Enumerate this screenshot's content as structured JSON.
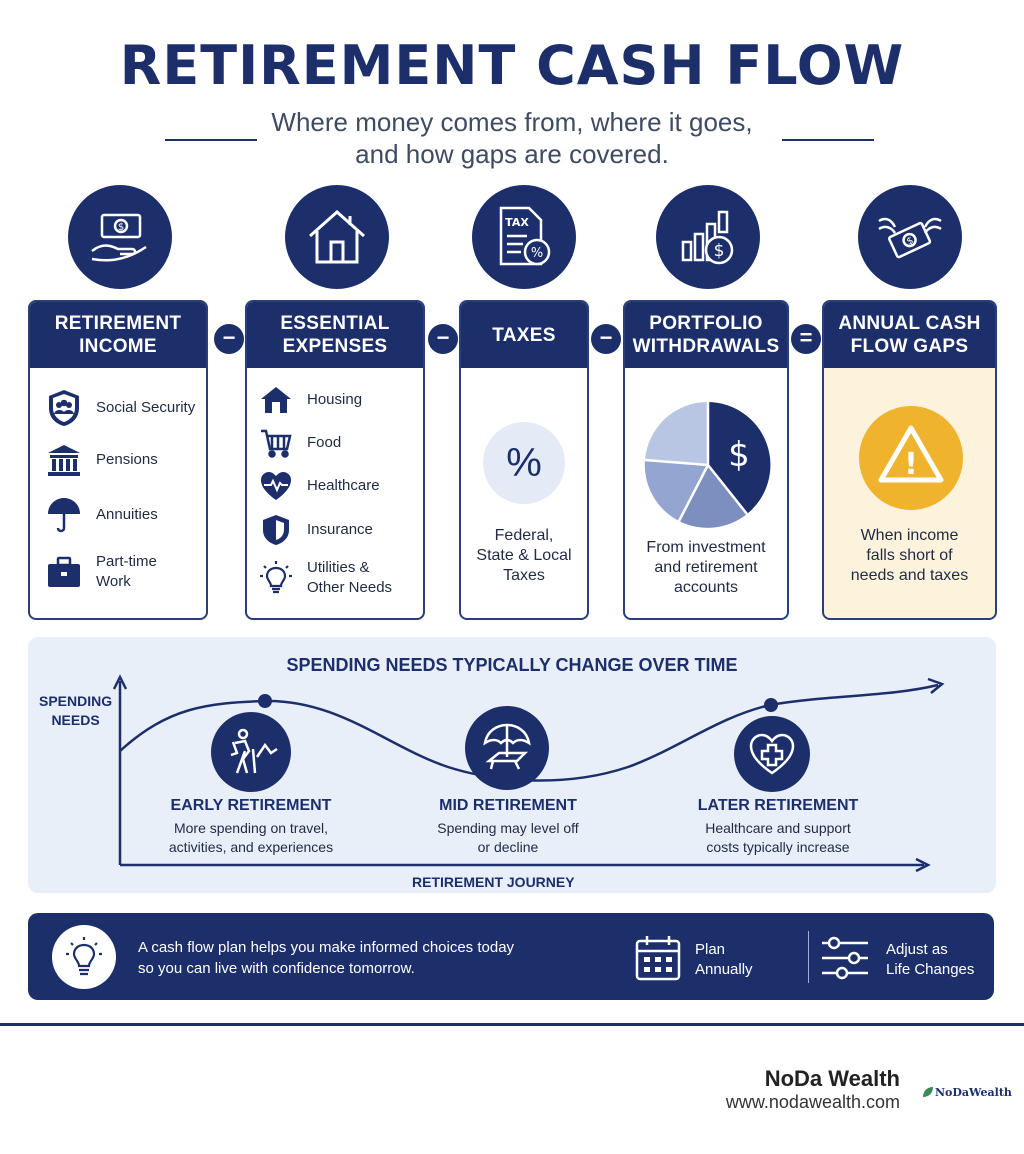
{
  "header": {
    "title": "RETIREMENT CASH FLOW",
    "subtitle_line1": "Where money comes from, where it goes,",
    "subtitle_line2": "and how gaps are covered."
  },
  "equation": {
    "operators": [
      "−",
      "−",
      "−",
      "="
    ],
    "cards": [
      {
        "title_l1": "RETIREMENT",
        "title_l2": "INCOME",
        "icon": "money-hand-icon",
        "items": [
          {
            "icon": "people-shield-icon",
            "label": "Social Security"
          },
          {
            "icon": "bank-building-icon",
            "label": "Pensions"
          },
          {
            "icon": "umbrella-icon",
            "label": "Annuities"
          },
          {
            "icon": "briefcase-icon",
            "label_l1": "Part-time",
            "label_l2": "Work"
          }
        ]
      },
      {
        "title_l1": "ESSENTIAL",
        "title_l2": "EXPENSES",
        "icon": "house-icon",
        "items": [
          {
            "icon": "house-icon",
            "label": "Housing"
          },
          {
            "icon": "shopping-cart-icon",
            "label": "Food"
          },
          {
            "icon": "heart-pulse-icon",
            "label": "Healthcare"
          },
          {
            "icon": "shield-icon",
            "label": "Insurance"
          },
          {
            "icon": "lightbulb-icon",
            "label_l1": "Utilities &",
            "label_l2": "Other Needs"
          }
        ]
      },
      {
        "title_l1": "TAXES",
        "icon": "tax-document-icon",
        "symbol": "%",
        "text_l1": "Federal,",
        "text_l2": "State & Local",
        "text_l3": "Taxes"
      },
      {
        "title_l1": "PORTFOLIO",
        "title_l2": "WITHDRAWALS",
        "icon": "growth-chart-dollar-icon",
        "symbol": "$",
        "text_l1": "From investment",
        "text_l2": "and retirement",
        "text_l3": "accounts"
      },
      {
        "title_l1": "ANNUAL CASH",
        "title_l2": "FLOW GAPS",
        "icon": "flying-money-icon",
        "symbol": "!",
        "text_l1": "When income",
        "text_l2": "falls short of",
        "text_l3": "needs and taxes"
      }
    ]
  },
  "journey": {
    "title": "SPENDING NEEDS TYPICALLY CHANGE OVER TIME",
    "y_label_l1": "SPENDING",
    "y_label_l2": "NEEDS",
    "x_label": "RETIREMENT JOURNEY",
    "phases": [
      {
        "icon": "hiker-icon",
        "title": "EARLY RETIREMENT",
        "desc_l1": "More spending on travel,",
        "desc_l2": "activities, and experiences"
      },
      {
        "icon": "beach-chair-icon",
        "title": "MID RETIREMENT",
        "desc_l1": "Spending may level off",
        "desc_l2": "or decline"
      },
      {
        "icon": "heart-cross-icon",
        "title": "LATER RETIREMENT",
        "desc_l1": "Healthcare and support",
        "desc_l2": "costs typically increase"
      }
    ]
  },
  "banner": {
    "msg_l1": "A cash flow plan helps you make informed choices today",
    "msg_l2": "so you can live with confidence tomorrow.",
    "plan_l1": "Plan",
    "plan_l2": "Annually",
    "adjust_l1": "Adjust as",
    "adjust_l2": "Life Changes"
  },
  "footer": {
    "brand": "NoDa Wealth",
    "url": "www.nodawealth.com",
    "logo_text": "NoDaWealth"
  },
  "colors": {
    "navy": "#1c2f6b",
    "light_blue": "#e9eff9",
    "gold": "#f0b32e",
    "cream": "#fdf3dc"
  }
}
